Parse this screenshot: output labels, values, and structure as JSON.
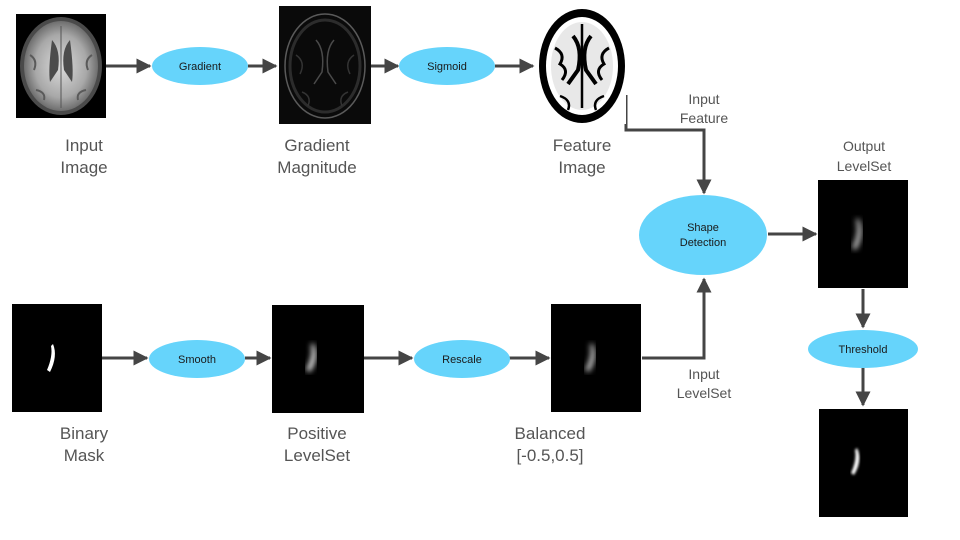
{
  "colors": {
    "node_fill": "#66d4fb",
    "arrow": "#454545",
    "label": "#555555",
    "image_bg": "#000000"
  },
  "images": {
    "input": "brain-mri-image",
    "gradient_magnitude": "gradient-magnitude-image",
    "feature": "feature-image",
    "binary_mask": "binary-mask-image",
    "positive_levelset": "positive-levelset-image",
    "balanced": "balanced-levelset-image",
    "output_levelset": "output-levelset-image",
    "threshold_result": "thresholded-result-image"
  },
  "nodes": {
    "gradient": "Gradient",
    "sigmoid": "Sigmoid",
    "shape_detection_1": "Shape",
    "shape_detection_2": "Detection",
    "smooth": "Smooth",
    "rescale": "Rescale",
    "threshold": "Threshold"
  },
  "labels": {
    "input_image_1": "Input",
    "input_image_2": "Image",
    "gradient_magnitude_1": "Gradient",
    "gradient_magnitude_2": "Magnitude",
    "feature_image_1": "Feature",
    "feature_image_2": "Image",
    "binary_mask_1": "Binary",
    "binary_mask_2": "Mask",
    "positive_levelset_1": "Positive",
    "positive_levelset_2": "LevelSet",
    "balanced_1": "Balanced",
    "balanced_2": "[-0.5,0.5]",
    "output_levelset_1": "Output",
    "output_levelset_2": "LevelSet",
    "input_feature_1": "Input",
    "input_feature_2": "Feature",
    "input_levelset_1": "Input",
    "input_levelset_2": "LevelSet"
  }
}
